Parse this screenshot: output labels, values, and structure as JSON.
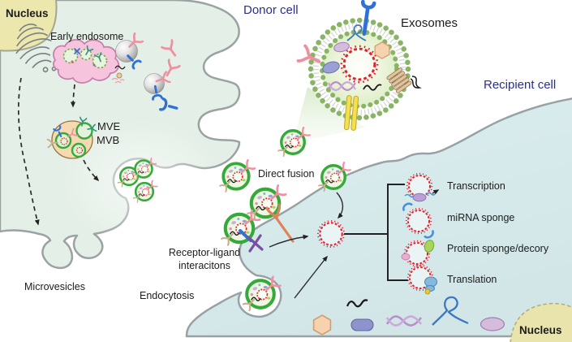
{
  "figure": {
    "description": "Diagram of exosome biogenesis in a donor cell and exosome uptake mechanisms in a recipient cell"
  },
  "labels": {
    "nucleus_donor": "Nucleus",
    "early_endosome": "Early endosome",
    "donor_cell": "Donor cell",
    "exosomes": "Exosomes",
    "recipient_cell": "Recipient cell",
    "mve": "MVE",
    "mvb": "MVB",
    "microvesicles": "Microvesicles",
    "direct_fusion": "Direct fusion",
    "receptor_ligand_line1": "Receptor-ligand",
    "receptor_ligand_line2": "interacitons",
    "endocytosis": "Endocytosis",
    "functions": [
      "Transcription",
      "miRNA sponge",
      "Protein sponge/decory",
      "Translation"
    ],
    "nucleus_recipient": "Nucleus"
  },
  "colors": {
    "cell_label_navy": "#2b2f86",
    "donor_cell_fill": "#e4efe7",
    "recipient_cell_fill": "#d8eaeb",
    "membrane_gray": "#9aa3a2",
    "nucleus_fill": "#ece7ad",
    "exosome_membrane_green": "#35a93a",
    "exosome_lumen_green": "#edf7e1",
    "cargo_rna_red": "#e21f2f",
    "mvb_fill": "#f5d9b0",
    "early_endosome_pink": "#f6c4dc",
    "receptor_pink": "#ef8f9f",
    "receptor_blue": "#2f6fd6",
    "transporter_yellow": "#f2e14e",
    "protein_barrel_tan": "#e2c49e"
  }
}
